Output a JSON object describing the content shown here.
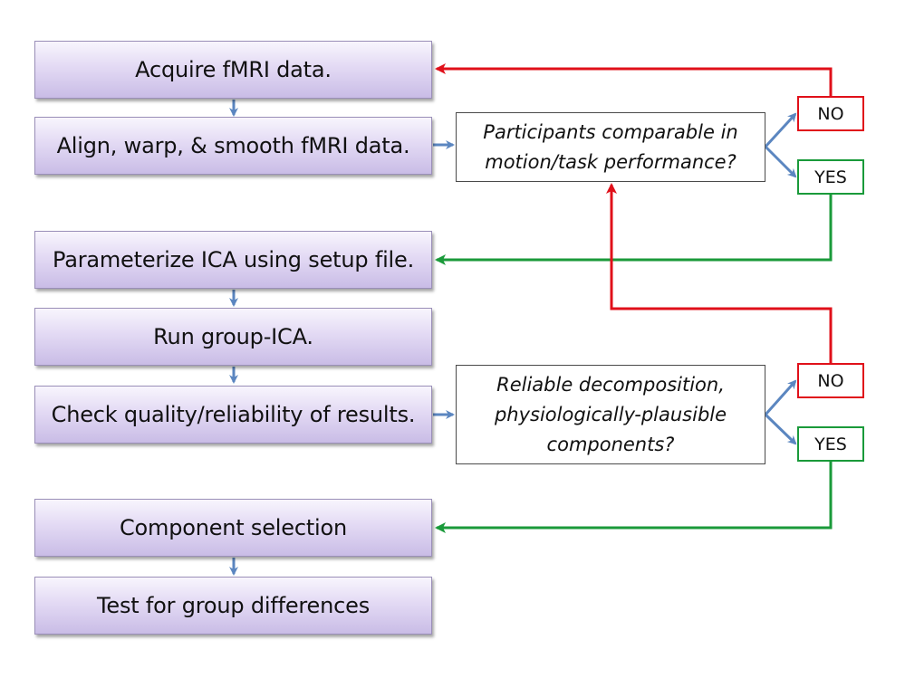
{
  "steps": [
    {
      "label": "Acquire fMRI data."
    },
    {
      "label": "Align, warp, & smooth fMRI data."
    },
    {
      "label": "Parameterize ICA using setup file."
    },
    {
      "label": "Run group-ICA."
    },
    {
      "label": "Check quality/reliability of results."
    },
    {
      "label": "Component selection"
    },
    {
      "label": "Test for group differences"
    }
  ],
  "questions": [
    {
      "lines": [
        "Participants comparable in",
        "motion/task performance?"
      ]
    },
    {
      "lines": [
        "Reliable decomposition,",
        "physiologically-plausible",
        "components?"
      ]
    }
  ],
  "answers": {
    "no": "NO",
    "yes": "YES"
  },
  "colors": {
    "step_flow_arrow": "#5b86c0",
    "no_path": "#e0101a",
    "yes_path": "#1a9a3a"
  }
}
